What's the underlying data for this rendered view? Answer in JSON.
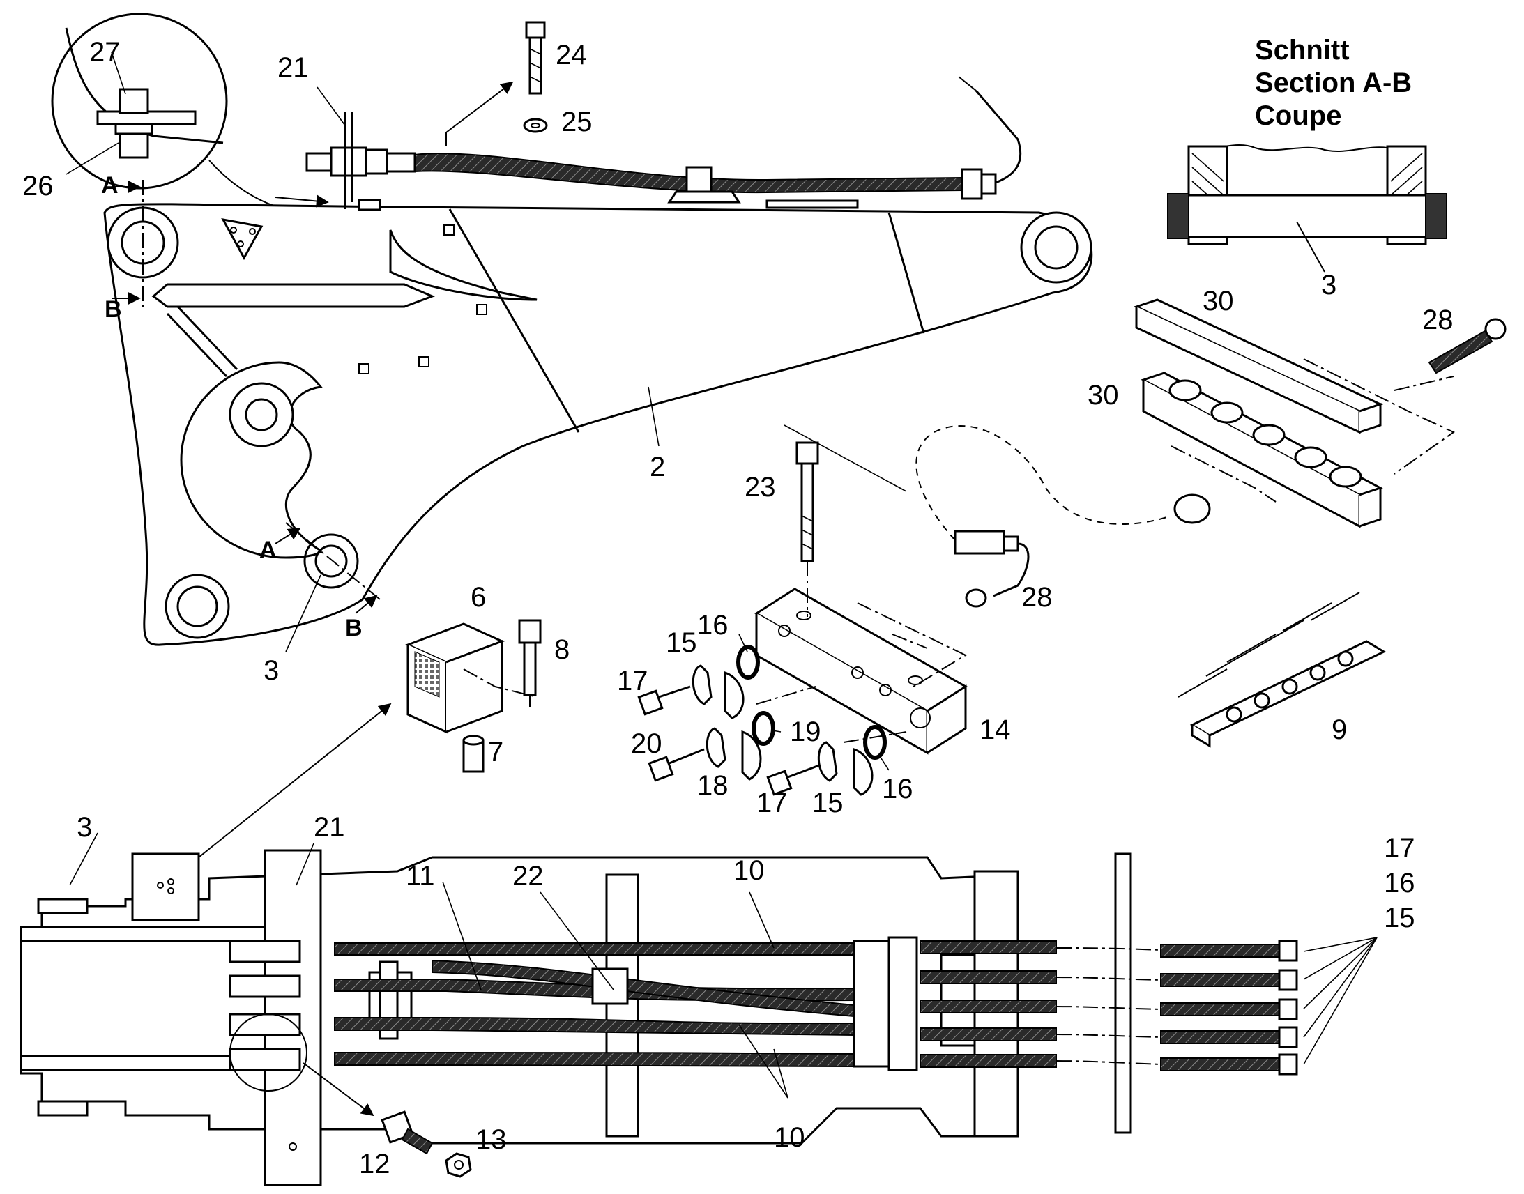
{
  "section": {
    "line1": "Schnitt",
    "line2": "Section  A-B",
    "line3": "Coupe"
  },
  "cut_marks": {
    "a": "A",
    "b": "B"
  },
  "callouts": {
    "c27": "27",
    "c26": "26",
    "c21_top": "21",
    "c24": "24",
    "c25": "25",
    "c2": "2",
    "c3_top": "3",
    "c3_section": "3",
    "c30_top": "30",
    "c30_bottom": "30",
    "c28_top": "28",
    "c28_mid": "28",
    "c23": "23",
    "c16_left": "16",
    "c16_right": "16",
    "c15_left": "15",
    "c15_mid": "15",
    "c17_left": "17",
    "c17_mid": "17",
    "c20": "20",
    "c19": "19",
    "c18": "18",
    "c14": "14",
    "c6": "6",
    "c8": "8",
    "c7": "7",
    "c9": "9",
    "c3_bottom": "3",
    "c21_bottom": "21",
    "c11": "11",
    "c22": "22",
    "c10_top": "10",
    "c10_bottom": "10",
    "c12": "12",
    "c13": "13",
    "c17_right": "17",
    "c16_right_stack": "16",
    "c15_right_stack": "15"
  }
}
